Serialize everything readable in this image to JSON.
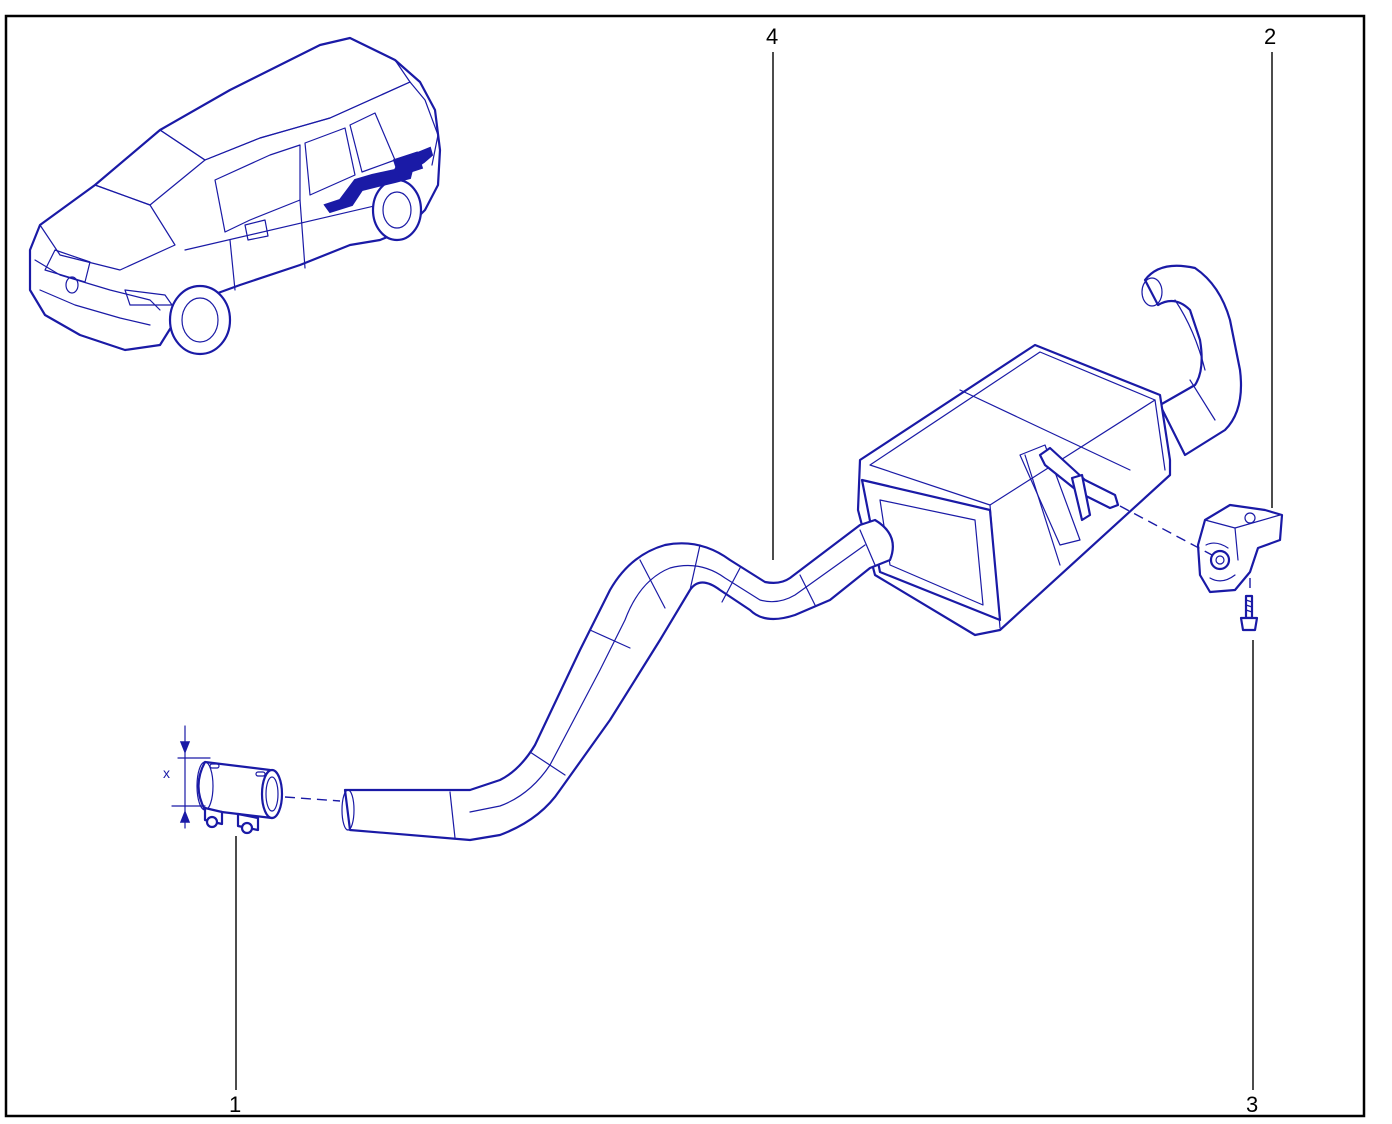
{
  "callouts": {
    "part_1": "1",
    "part_2": "2",
    "part_3": "3",
    "part_4": "4"
  },
  "dimension": {
    "clamp_diameter_label": "x"
  },
  "colors": {
    "ink": "#1a1aa6",
    "frame": "#000000",
    "background": "#ffffff"
  }
}
